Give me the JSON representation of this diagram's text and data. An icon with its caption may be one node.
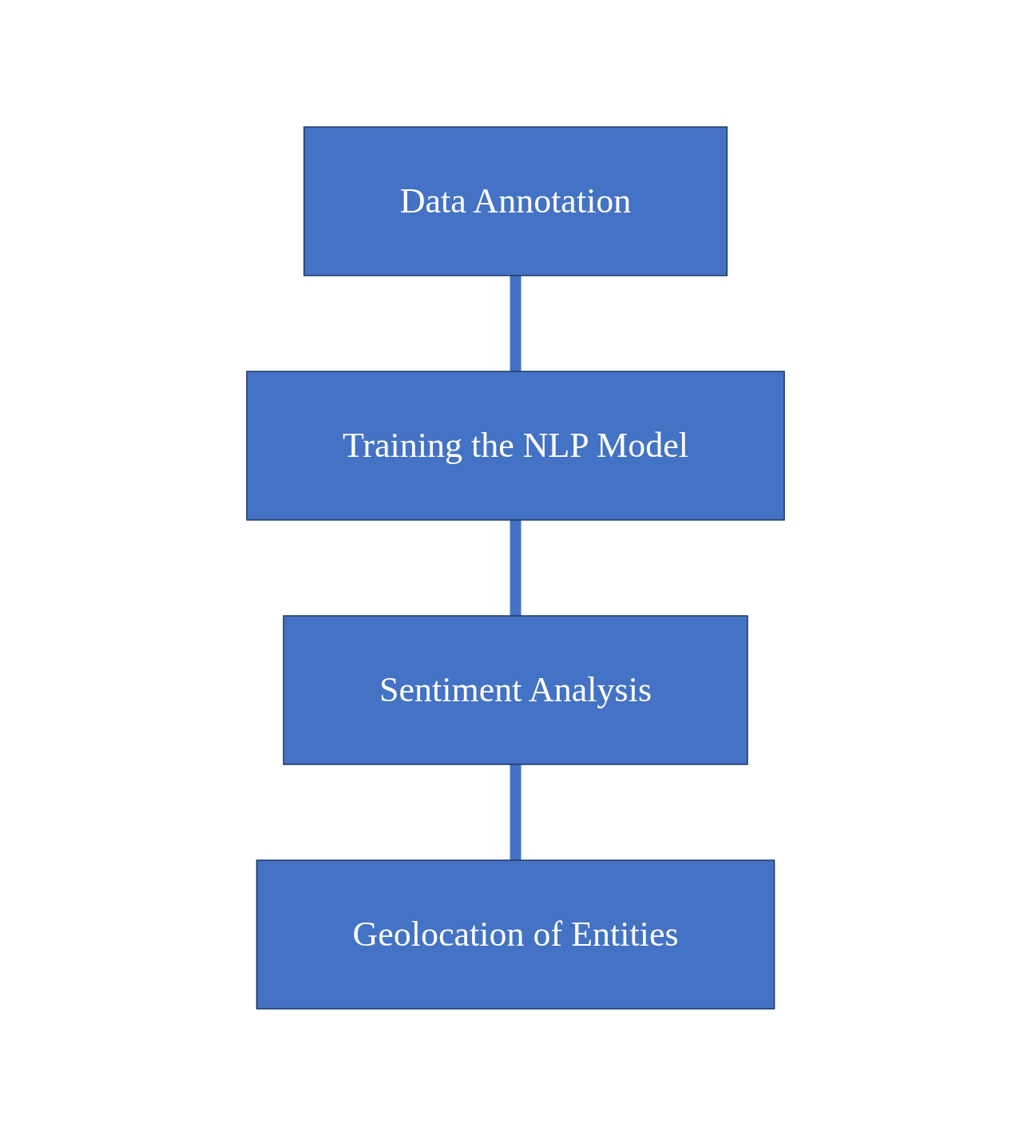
{
  "diagram": {
    "nodes": [
      {
        "text": [
          "Data Annotation"
        ]
      },
      {
        "text": [
          "Training the NLP Model"
        ]
      },
      {
        "text": [
          "Sentiment Analysis"
        ]
      },
      {
        "text": [
          "Geolocation of Entities"
        ]
      }
    ],
    "edges": [
      {
        "from": 0,
        "to": 1,
        "arrow": "none"
      },
      {
        "from": 1,
        "to": 2,
        "arrow": "none"
      },
      {
        "from": 2,
        "to": 3,
        "arrow": "none"
      }
    ]
  }
}
